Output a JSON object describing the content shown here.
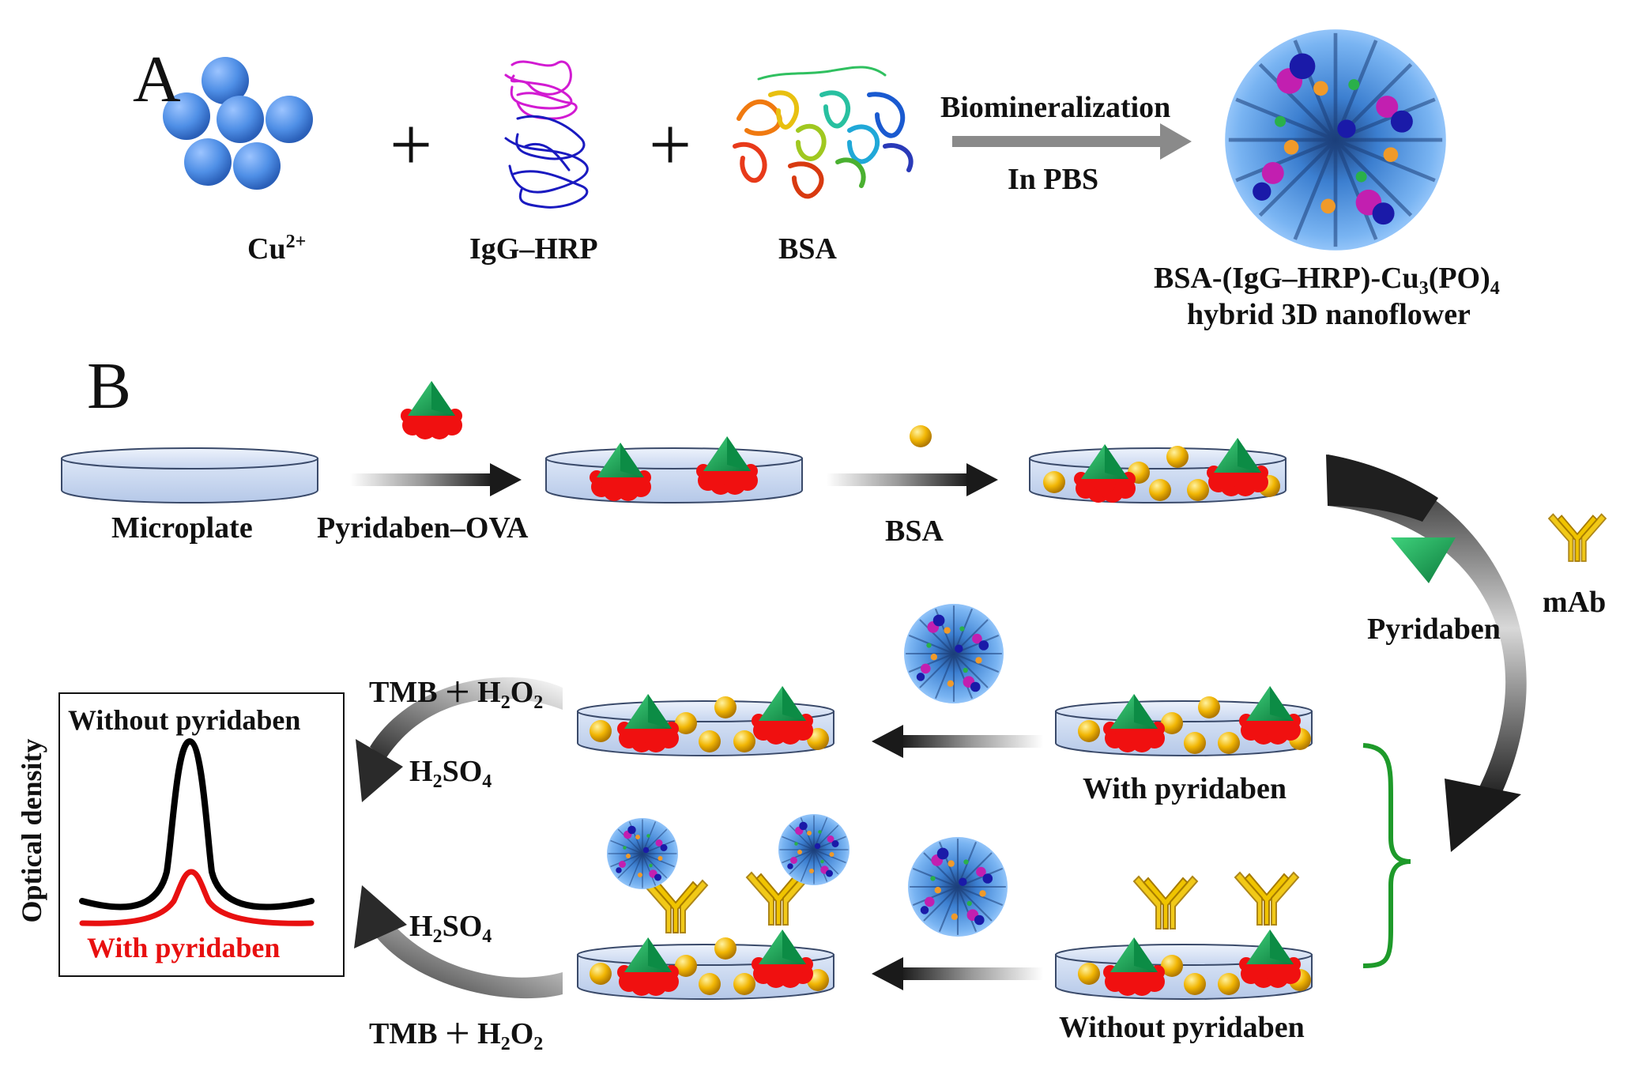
{
  "panel_a": {
    "letter": "A",
    "cu_label": "Cu",
    "cu_charge": "2+",
    "igg_label": "IgG–HRP",
    "bsa_label": "BSA",
    "arrow_top": "Biomineralization",
    "arrow_bottom": "In PBS",
    "product_line1_a": "BSA-(IgG–HRP)-Cu",
    "product_sub1": "3",
    "product_line1_b": "(PO)",
    "product_sub2": "4",
    "product_line2": "hybrid 3D nanoflower",
    "plus": "+"
  },
  "panel_b": {
    "letter": "B",
    "microplate": "Microplate",
    "pyridaben_ova": "Pyridaben–OVA",
    "bsa": "BSA",
    "pyridaben": "Pyridaben",
    "mab": "mAb",
    "with_pyridaben": "With pyridaben",
    "without_pyridaben": "Without pyridaben",
    "tmb": "TMB",
    "plus": "+",
    "h2o2_h": "H",
    "h2o2_2a": "2",
    "h2o2_o": "O",
    "h2o2_2b": "2",
    "h2so4_h": "H",
    "h2so4_2": "2",
    "h2so4_so": "SO",
    "h2so4_4": "4"
  },
  "inset": {
    "ylabel": "Optical density",
    "top_label": "Without pyridaben",
    "bottom_label": "With pyridaben",
    "black_color": "#000000",
    "red_color": "#e81010"
  },
  "colors": {
    "cu_ball": "#4f8fe6",
    "gold": "#f2b705",
    "green": "#18a55a",
    "red": "#f01010",
    "plate": "#cfdcf2",
    "brace": "#1e9a2a"
  }
}
